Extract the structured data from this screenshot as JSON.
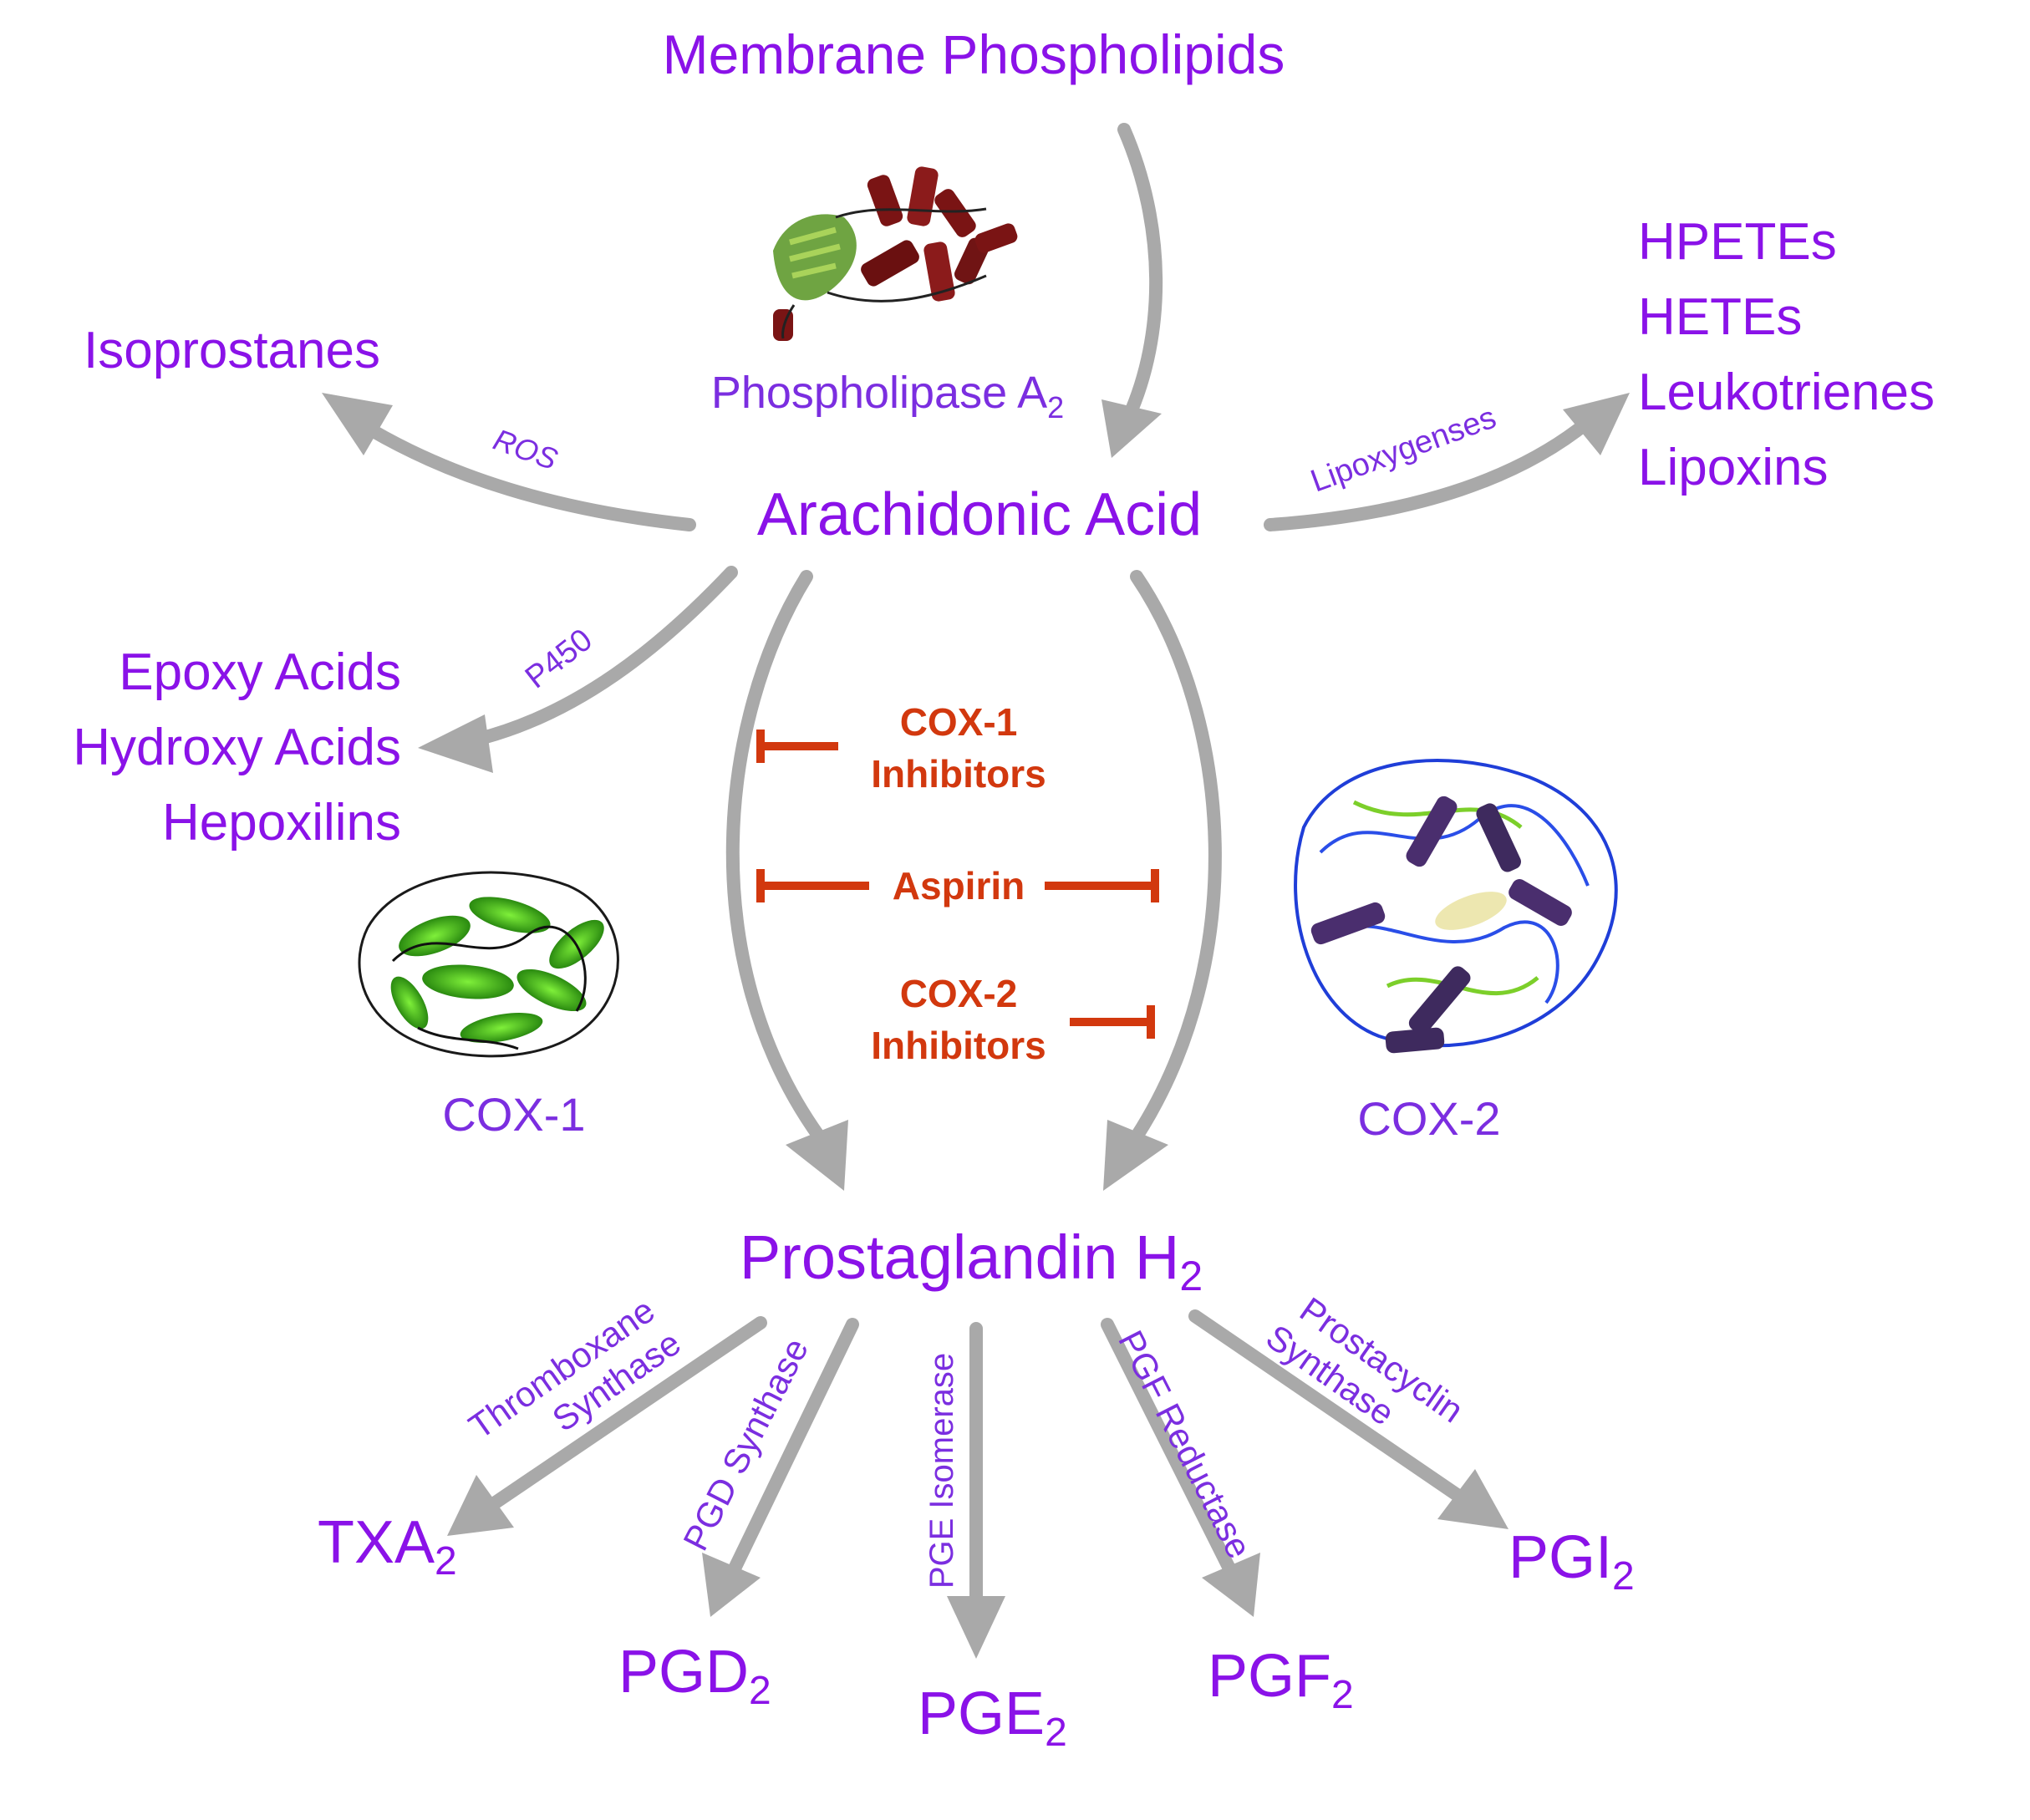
{
  "nodes": {
    "membrane": "Membrane Phospholipids",
    "pla2": "Phospholipase A",
    "pla2_sub": "2",
    "arachidonic": "Arachidonic Acid",
    "isoprostanes": "Isoprostanes",
    "lox_products": [
      "HPETEs",
      "HETEs",
      "Leukotrienes",
      "Lipoxins"
    ],
    "p450_products": [
      "Epoxy Acids",
      "Hydroxy Acids",
      "Hepoxilins"
    ],
    "cox1": "COX-1",
    "cox2": "COX-2",
    "pgh": "Prostaglandin H",
    "pgh_sub": "2",
    "txa": "TXA",
    "txa_sub": "2",
    "pgd": "PGD",
    "pgd_sub": "2",
    "pge": "PGE",
    "pge_sub": "2",
    "pgf": "PGF",
    "pgf_sub": "2",
    "pgi": "PGI",
    "pgi_sub": "2"
  },
  "enzymes": {
    "ros": "ROS",
    "lipoxygenases": "Lipoxygenses",
    "p450": "P450",
    "thromboxane": [
      "Thromboxane",
      "Synthase"
    ],
    "pgd_synthase": "PGD Synthase",
    "pge_isomerase": "PGE Isomerase",
    "pgf_reductase": "PGF Reductase",
    "prostacyclin": [
      "Prostacyclin",
      "Synthase"
    ]
  },
  "inhibitors": {
    "cox1": [
      "COX-1",
      "Inhibitors"
    ],
    "aspirin": "Aspirin",
    "cox2": [
      "COX-2",
      "Inhibitors"
    ]
  },
  "colors": {
    "metabolite": "#8a12e8",
    "enzyme": "#7b2ee0",
    "inhibitor": "#d2380e",
    "arrow": "#a9a9a9"
  }
}
